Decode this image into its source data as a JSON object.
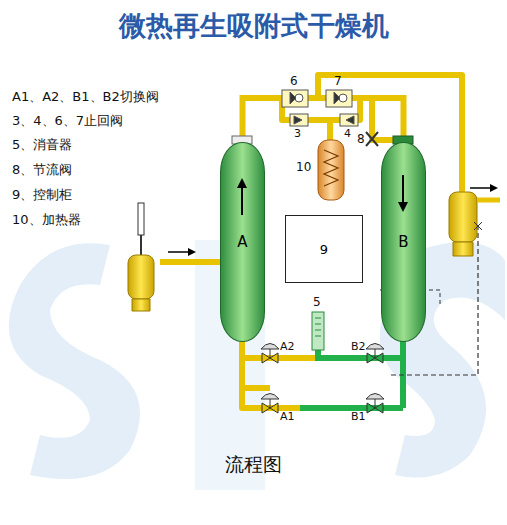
{
  "diagram": {
    "title": "微热再生吸附式干燥机",
    "caption": "流程图",
    "nodes": [
      {
        "text": [
          "A"
        ]
      },
      {
        "text": [
          "B"
        ]
      },
      {
        "text": [
          "9"
        ]
      }
    ],
    "edges": [
      {
        "from": 0,
        "to": 1,
        "arrow": "none"
      }
    ],
    "labels": [
      "A1、A2、B1、B2切换阀",
      "3、4、6、7止回阀",
      "5、消音器",
      "8、节流阀",
      "9、控制柜",
      "10、加热器",
      "6",
      "7",
      "3",
      "4",
      "8",
      "10",
      "5",
      "A2",
      "B2",
      "A1",
      "B1"
    ]
  }
}
